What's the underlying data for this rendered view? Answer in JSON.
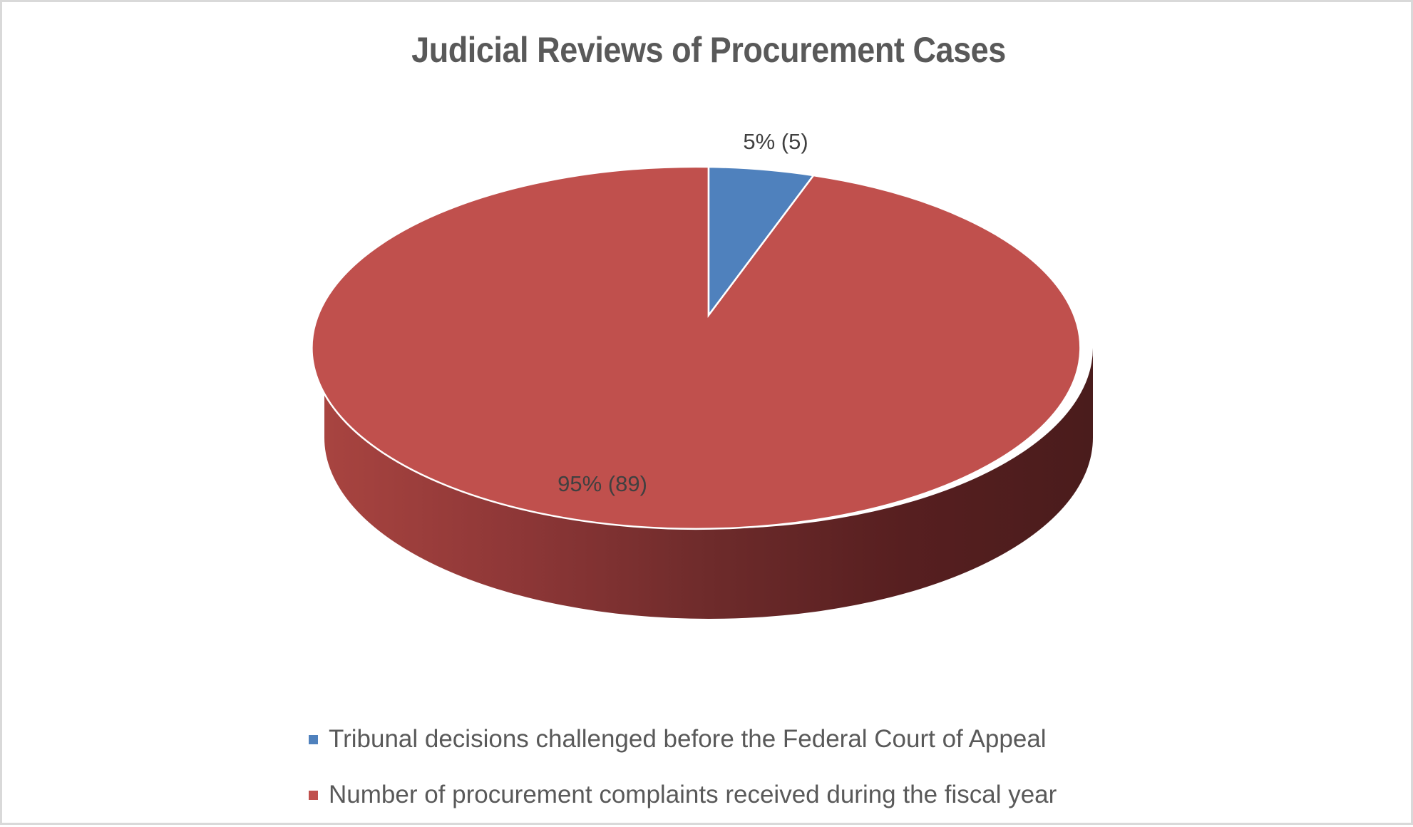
{
  "chart_data": {
    "type": "pie",
    "title": "Judicial Reviews of Procurement Cases",
    "style": "3d",
    "categories": [
      "Tribunal decisions challenged before the Federal Court of Appeal",
      "Number of procurement complaints received during the fiscal year"
    ],
    "values": [
      5,
      89
    ],
    "percentages": [
      5,
      95
    ],
    "data_labels": [
      "5% (5)",
      "95% (89)"
    ],
    "colors": [
      "#4f81bd",
      "#c0504d"
    ],
    "legend_position": "bottom"
  },
  "title": "Judicial Reviews of Procurement Cases",
  "labels": {
    "slice1": "5% (5)",
    "slice2": "95% (89)"
  },
  "legend": {
    "items": [
      {
        "label": "Tribunal decisions challenged before the Federal Court of Appeal",
        "color": "#4f81bd"
      },
      {
        "label": "Number of procurement complaints received during the fiscal year",
        "color": "#c0504d"
      }
    ]
  }
}
